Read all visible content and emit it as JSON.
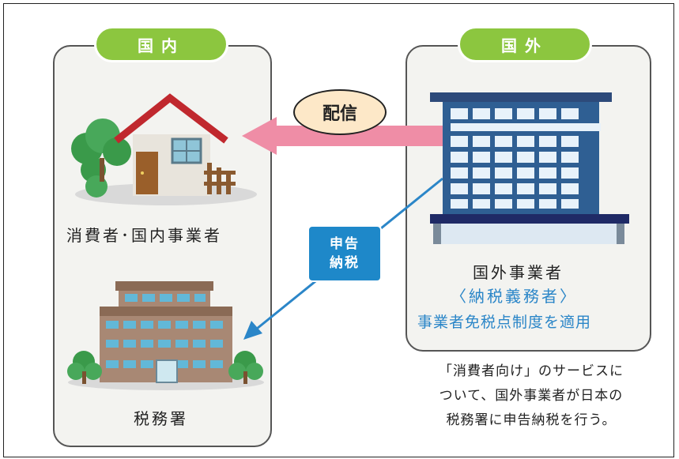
{
  "domestic": {
    "header": "国内",
    "house_label": "消費者･国内事業者",
    "office_label": "税務署"
  },
  "foreign": {
    "header": "国外",
    "business_label": "国外事業者",
    "obligor_label": "〈納税義務者〉",
    "exemption_label": "事業者免税点制度を適用"
  },
  "flows": {
    "delivery_label": "配信",
    "tax_line1": "申告",
    "tax_line2": "納税"
  },
  "note": {
    "line1": "「消費者向け」のサービスに",
    "line2": "ついて、国外事業者が日本の",
    "line3": "税務署に申告納税を行う。"
  },
  "colors": {
    "header_green": "#8cc63f",
    "arrow_pink": "#ef8da6",
    "arrow_blue": "#2b86c8",
    "badge_blue": "#1e88c9",
    "bubble_fill": "#fde8c8",
    "roof_red": "#c0282e",
    "building_navy": "#2d4a7a"
  }
}
